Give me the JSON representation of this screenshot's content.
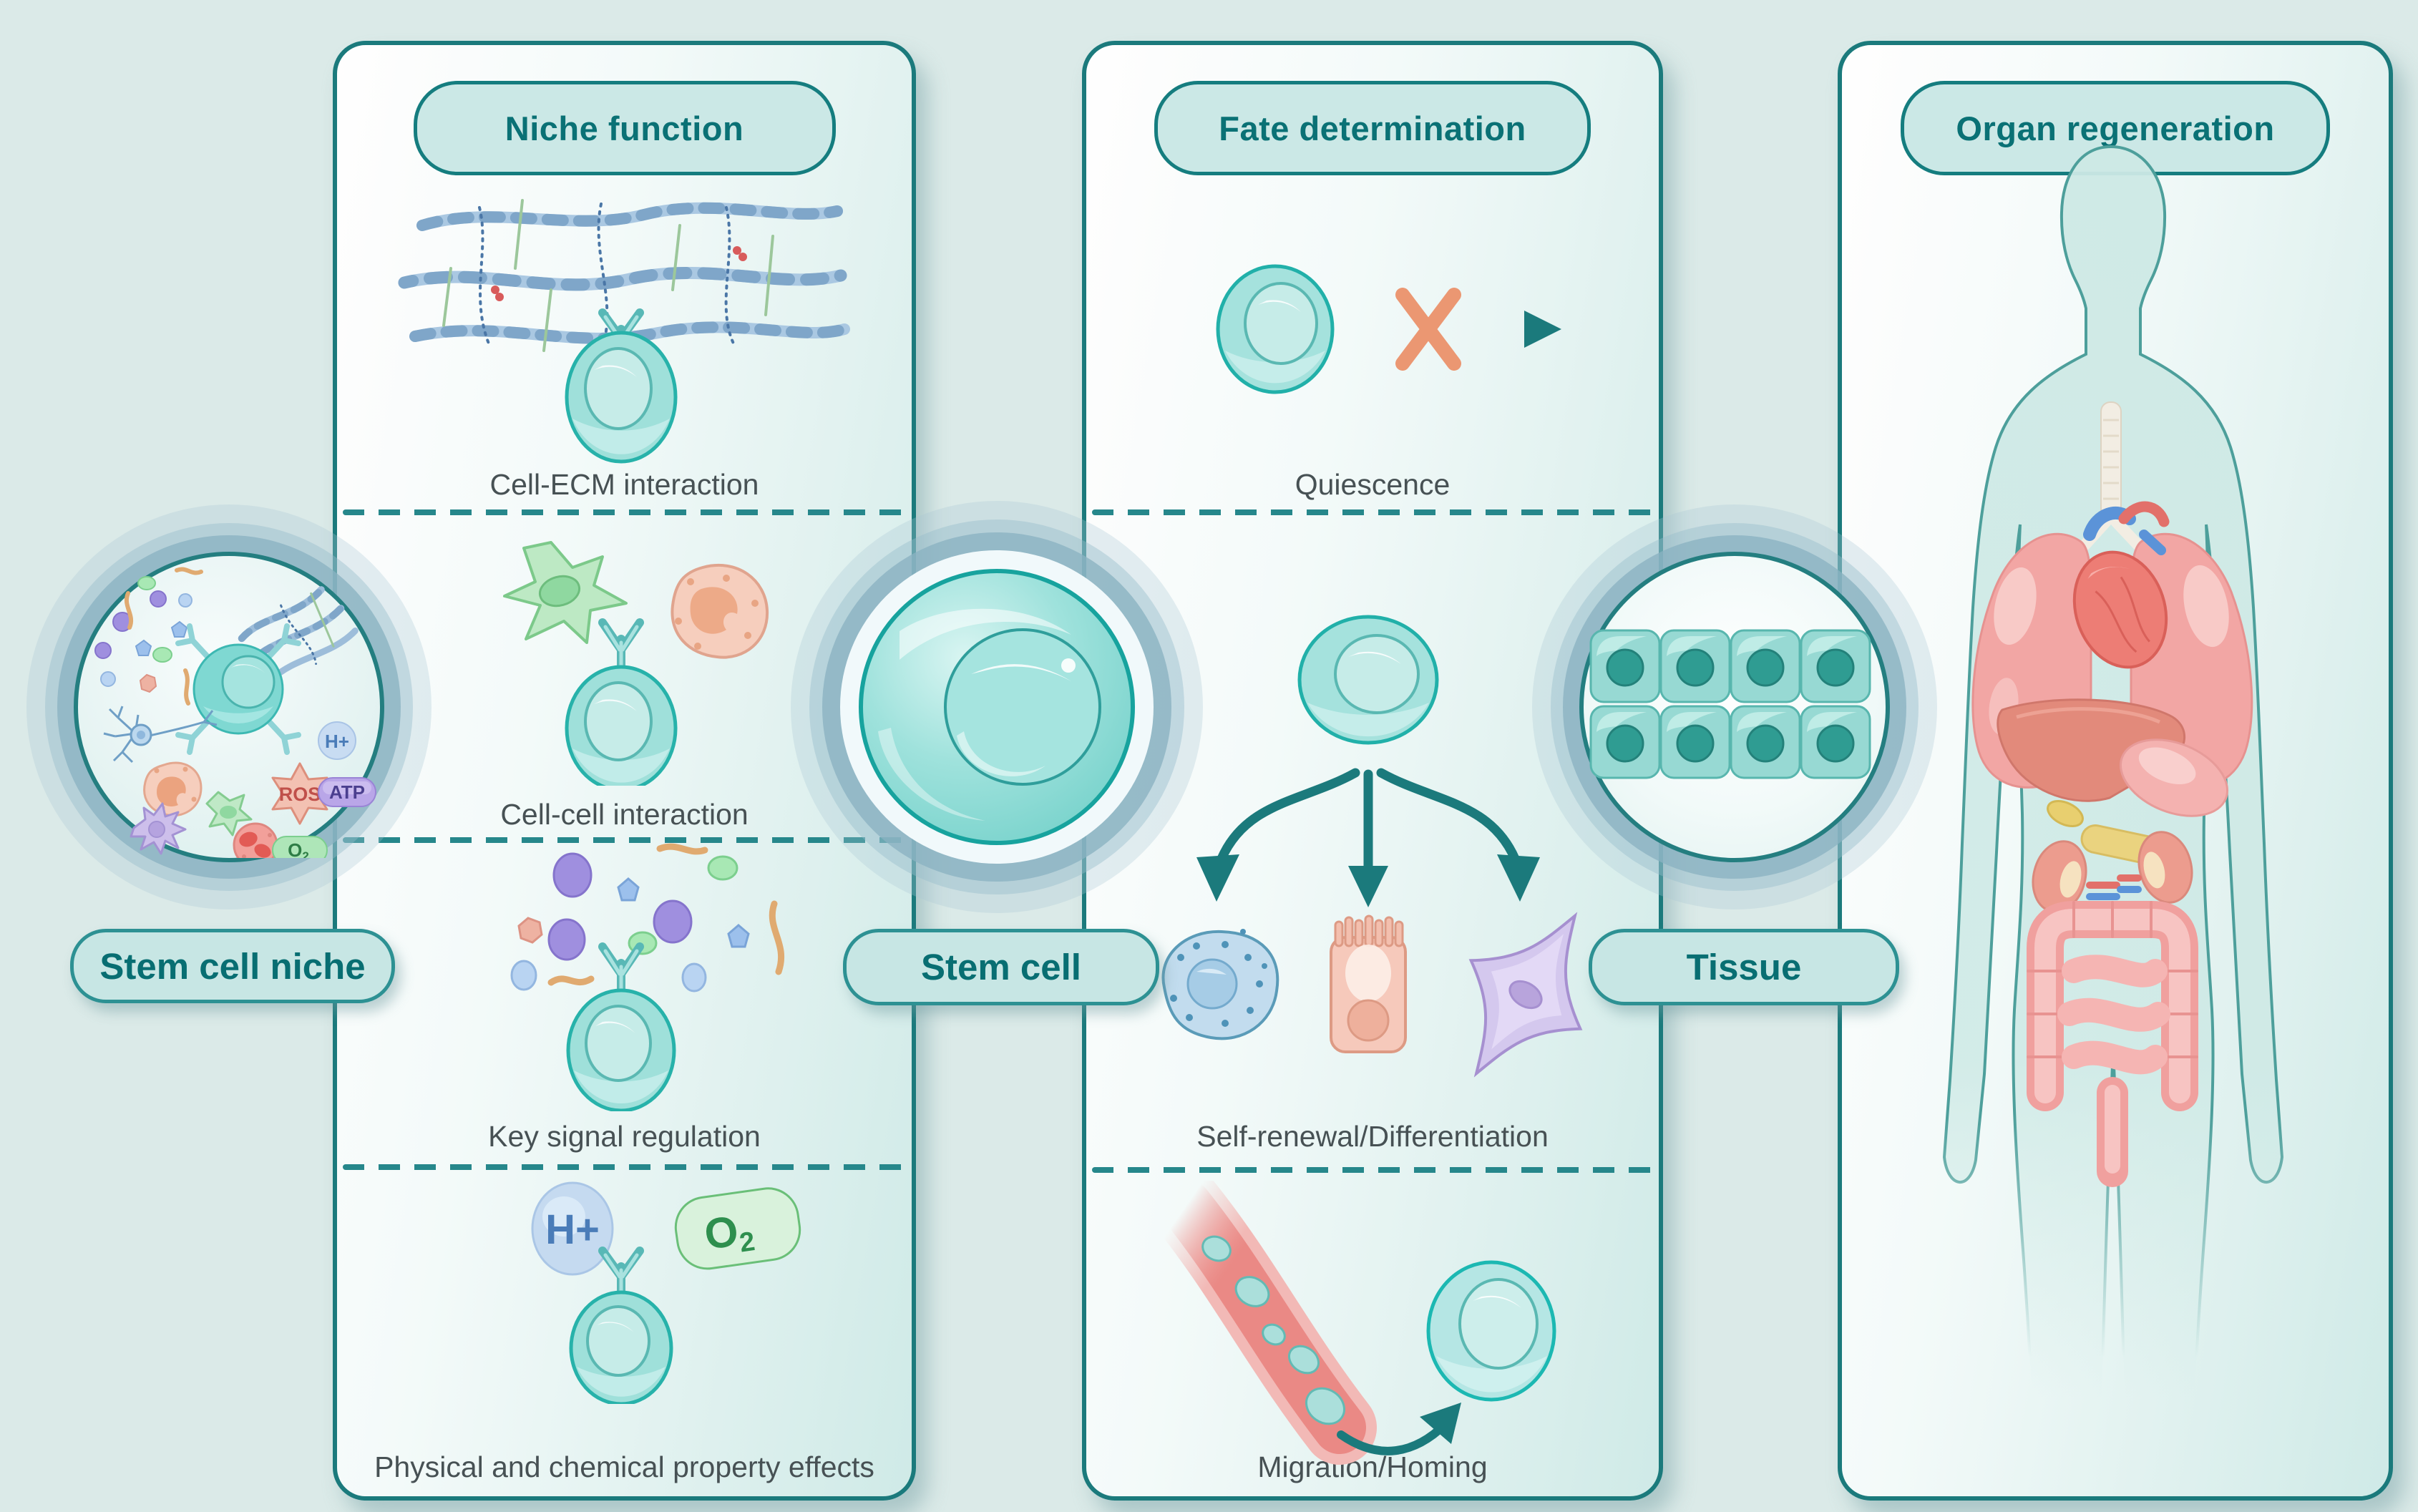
{
  "figure": {
    "type": "stem-cell-niche-schematic",
    "columns": [
      "Stem cell niche",
      "Stem cell",
      "Tissue"
    ]
  },
  "colors": {
    "background": "#dbeae8",
    "panel_border": "#1b7a7c",
    "dash": "#26878b",
    "header_text": "#0a7175",
    "section_text": "#475154",
    "pill_fill": "#c7e6e4",
    "cell_teal": "#aee4df",
    "cell_border": "#27b2aa",
    "x_mark": "#eb9772",
    "arrow_teal": "#1b7a7c",
    "organ_pink": "#f2a6a4",
    "heart_red": "#ed7d75",
    "vessel_blue": "#5b93d8"
  },
  "panels": {
    "niche_function": {
      "title": "Niche function",
      "sections": [
        {
          "label": "Cell-ECM interaction"
        },
        {
          "label": "Cell-cell interaction"
        },
        {
          "label": "Key signal regulation"
        },
        {
          "label": "Physical and chemical property effects"
        }
      ]
    },
    "fate_determination": {
      "title": "Fate determination",
      "sections": [
        {
          "label": "Quiescence"
        },
        {
          "label": "Self-renewal/Differentiation"
        },
        {
          "label": "Migration/Homing"
        }
      ]
    },
    "organ_regeneration": {
      "title": "Organ regeneration"
    }
  },
  "labels": {
    "stem_cell_niche": "Stem cell niche",
    "stem_cell": "Stem cell",
    "tissue": "Tissue"
  },
  "molecules": {
    "h_plus": "H+",
    "o2_base": "O",
    "o2_sub": "2",
    "ros": "ROS",
    "atp": "ATP"
  }
}
